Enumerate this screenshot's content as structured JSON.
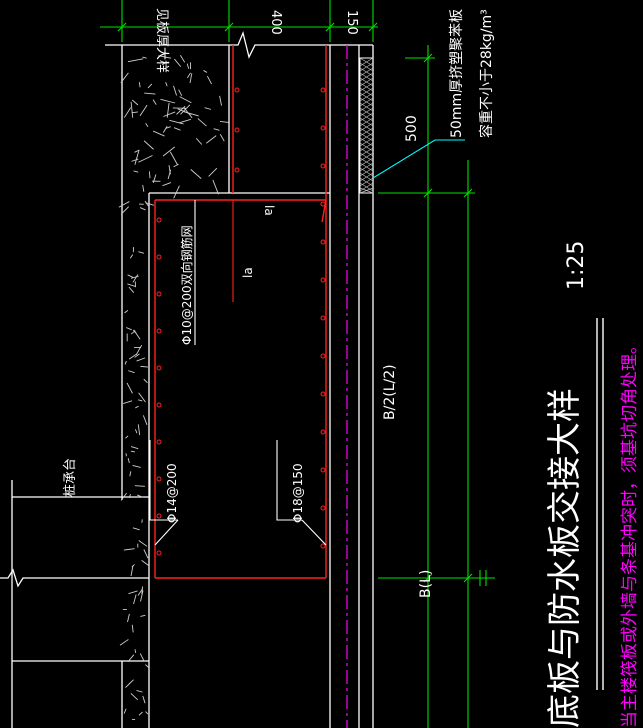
{
  "drawing": {
    "title": "底板与防水板交接大样",
    "scale": "1:25",
    "note": "当主楼筏板或外墙与条基冲突时，须基坑切角处理。",
    "dims": {
      "top_left": "见板厚大样",
      "top_mid": "400",
      "top_right": "150",
      "right_500": "500",
      "right_half": "B/2(L/2)",
      "right_b": "B(L)"
    },
    "labels": {
      "la_top": "la",
      "la_mid": "la",
      "rebar_ring": "Φ10@200双向钢筋网",
      "rebar_left": "Φ14@200",
      "rebar_mid": "Φ18@150",
      "pile_cap": "桩承台",
      "insulation_line1": "50mm厚挤塑聚苯板",
      "insulation_line2": "容重不小于28kg/m³"
    },
    "colors": {
      "background": "#000000",
      "structure": "#ffffff",
      "dimension": "#00ff00",
      "rebar": "#ff2020",
      "centerline": "#ff00ff",
      "note_text": "#ff00ff",
      "leader": "#00ffff"
    }
  }
}
